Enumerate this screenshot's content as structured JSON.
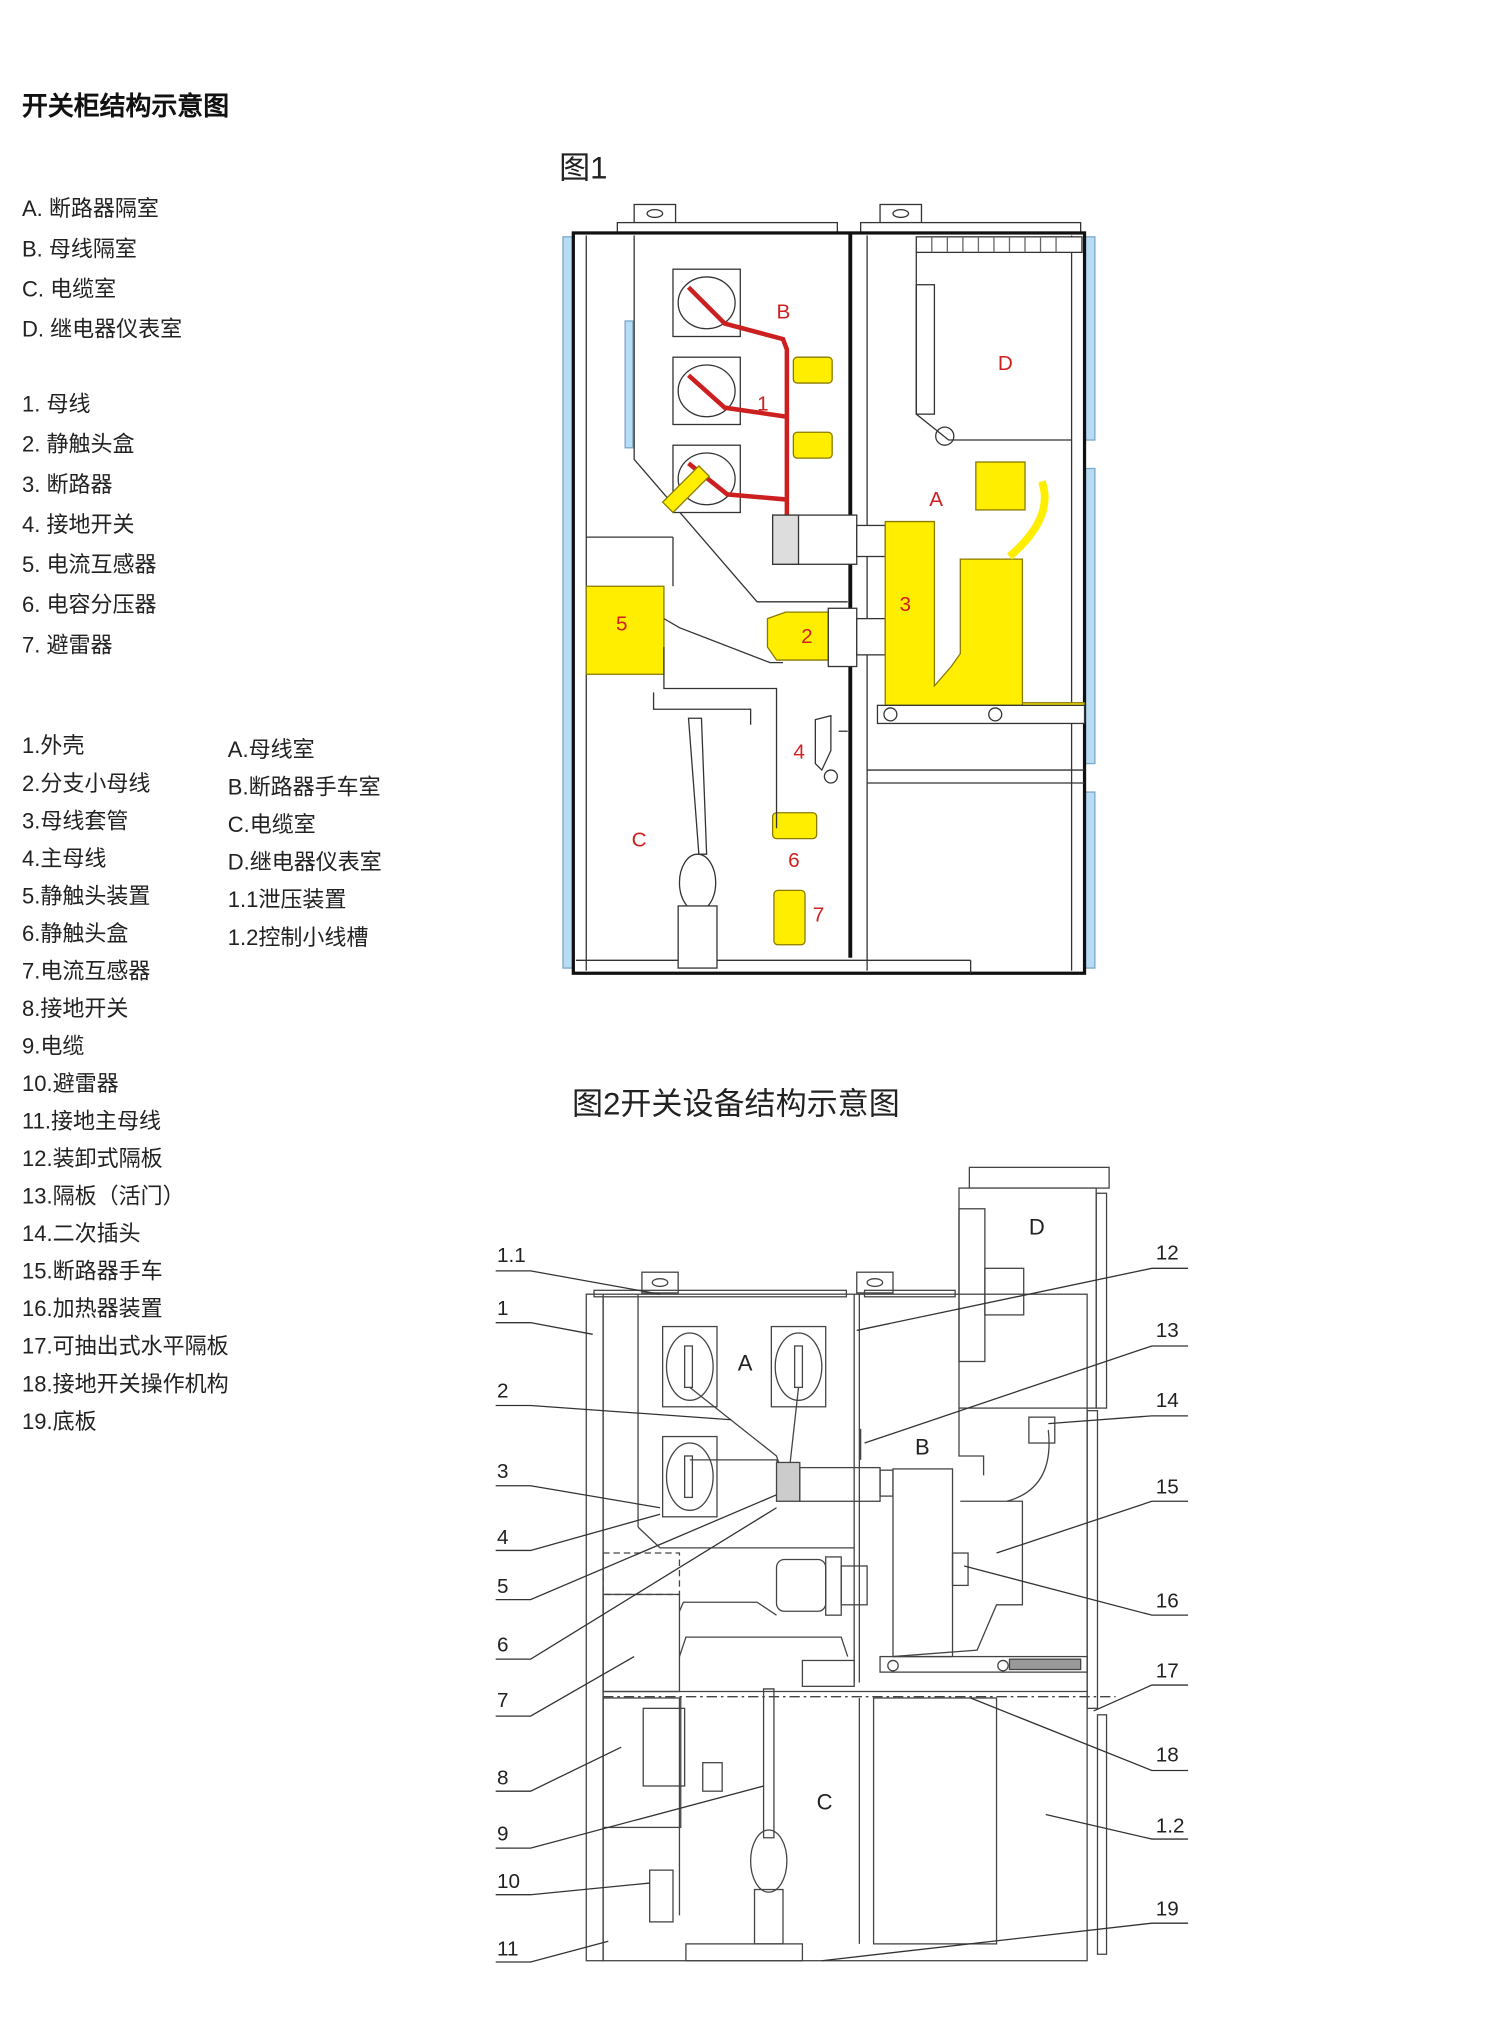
{
  "title": "开关柜结构示意图",
  "legend1_compartments": [
    "A. 断路器隔室",
    "B. 母线隔室",
    "C. 电缆室",
    "D. 继电器仪表室"
  ],
  "legend1_parts": [
    "1. 母线",
    "2. 静触头盒",
    "3. 断路器",
    "4. 接地开关",
    "5. 电流互感器",
    "6. 电容分压器",
    "7. 避雷器"
  ],
  "legend2_parts": [
    "1.外壳",
    "2.分支小母线",
    "3.母线套管",
    "4.主母线",
    "5.静触头装置",
    "6.静触头盒",
    "7.电流互感器",
    "8.接地开关",
    "9.电缆",
    "10.避雷器",
    "11.接地主母线",
    "12.装卸式隔板",
    "13.隔板（活门）",
    "14.二次插头",
    "15.断路器手车",
    "16.加热器装置",
    "17.可抽出式水平隔板",
    "18.接地开关操作机构",
    "19.底板"
  ],
  "legend2_compartments": [
    "A.母线室",
    "B.断路器手车室",
    "C.电缆室",
    "D.继电器仪表室",
    "1.1泄压装置",
    "1.2控制小线槽"
  ],
  "figure1": {
    "caption": "图1",
    "labels": {
      "A": "A",
      "B": "B",
      "C": "C",
      "D": "D",
      "n1": "1",
      "n2": "2",
      "n3": "3",
      "n4": "4",
      "n5": "5",
      "n6": "6",
      "n7": "7"
    }
  },
  "figure2": {
    "caption": "图2开关设备结构示意图",
    "labels": {
      "A": "A",
      "B": "B",
      "C": "C",
      "D": "D"
    },
    "callouts_left": [
      "1.1",
      "1",
      "2",
      "3",
      "4",
      "5",
      "6",
      "7",
      "8",
      "9",
      "10",
      "11"
    ],
    "callouts_right": [
      "12",
      "13",
      "14",
      "15",
      "16",
      "17",
      "18",
      "1.2",
      "19"
    ]
  },
  "colors": {
    "yellow": "#ffee00",
    "red": "#cc2020",
    "blue": "#b7dcf4",
    "label_red": "#d02020"
  }
}
